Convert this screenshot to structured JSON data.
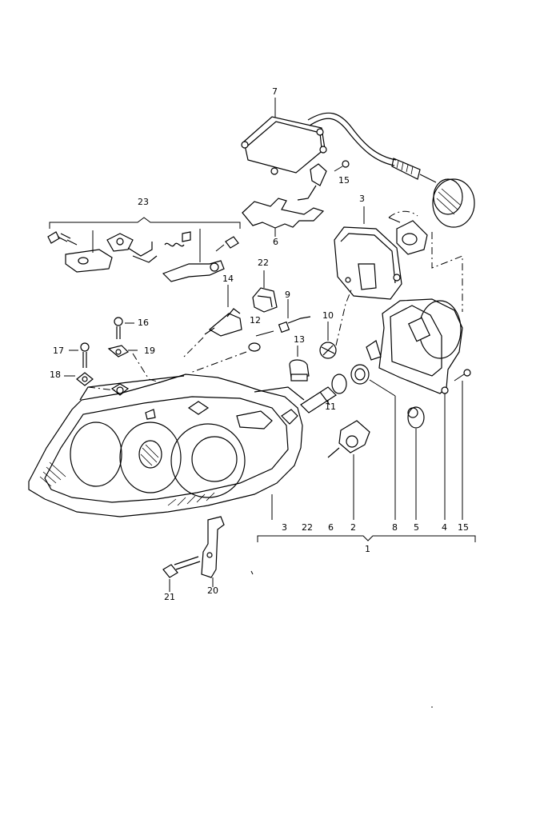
{
  "labels": {
    "l7": "7",
    "l15a": "15",
    "l3a": "3",
    "l6a": "6",
    "l23": "23",
    "l22": "22",
    "l9": "9",
    "l14": "14",
    "l12": "12",
    "l10": "10",
    "l16": "16",
    "l13": "13",
    "l17": "17",
    "l19": "19",
    "l18": "18",
    "l11": "11",
    "l21": "21",
    "l20": "20",
    "l1": "1",
    "callout_group": [
      "3",
      "22",
      "6",
      "2",
      "8",
      "5",
      "4",
      "15"
    ]
  }
}
